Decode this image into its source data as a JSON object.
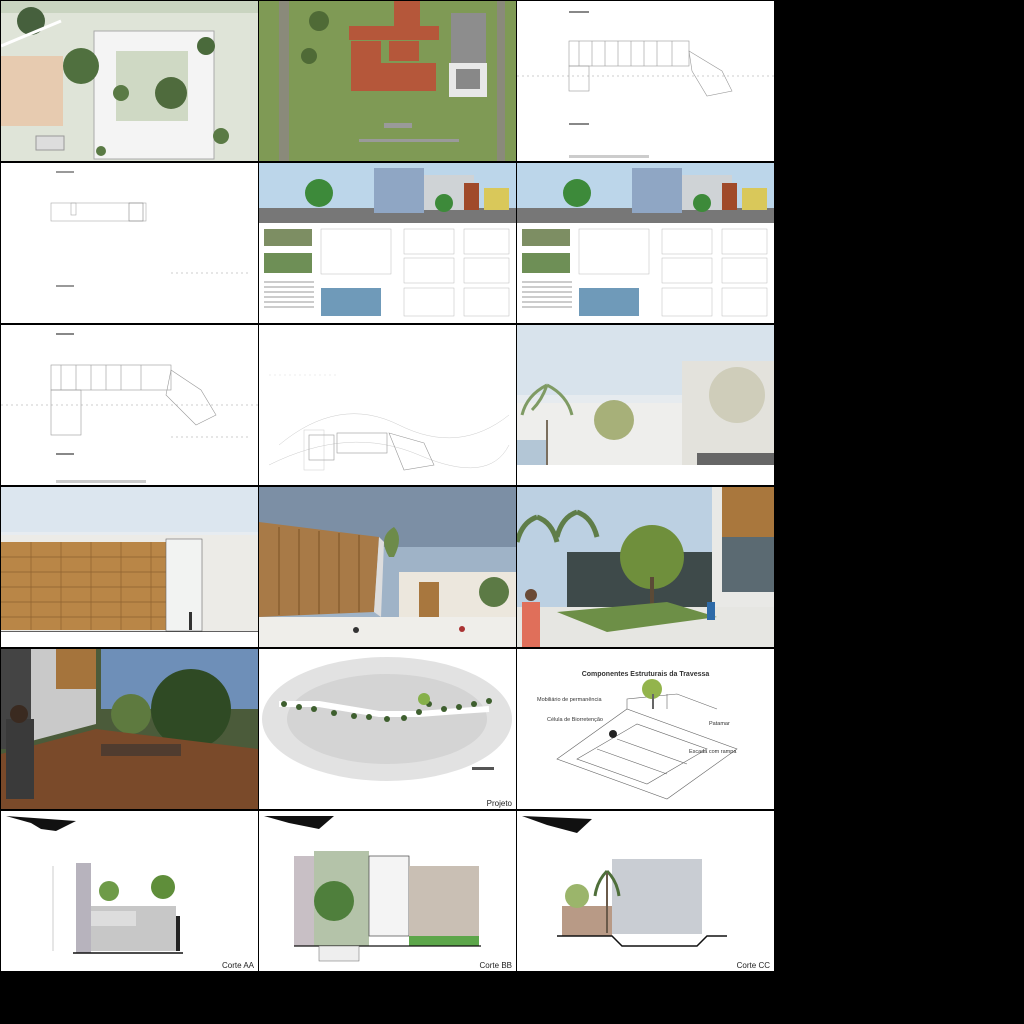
{
  "captions": {
    "structural_title": "Componentes Estruturais da Travessa",
    "label_mobiliario": "Mobiliário de permanência",
    "label_celula": "Célula de Biorretenção",
    "label_patamar": "Patamar",
    "label_escada": "Escada com rampa",
    "projeto": "Projeto",
    "corte_aa": "Corte AA",
    "corte_bb": "Corte BB",
    "corte_cc": "Corte CC"
  },
  "colors": {
    "background": "#000000",
    "green": "#8aa33a",
    "wood": "#b07a3c",
    "sky": "#a9c3df"
  }
}
